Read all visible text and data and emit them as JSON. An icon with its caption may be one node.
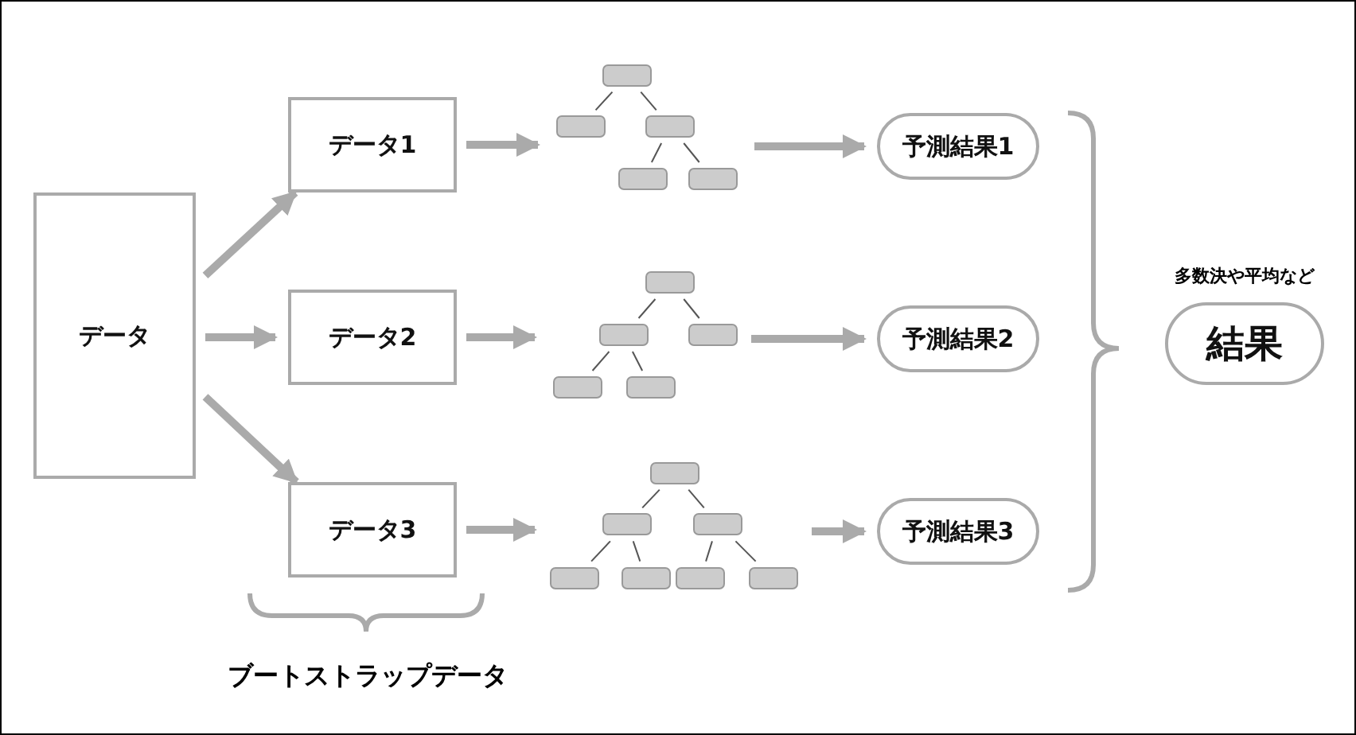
{
  "diagram": {
    "nodes": [
      {
        "text": [
          "データ"
        ]
      },
      {
        "text": [
          "データ1"
        ]
      },
      {
        "text": [
          "データ2"
        ]
      },
      {
        "text": [
          "データ3"
        ]
      },
      {
        "text": [],
        "shape": "picture"
      },
      {
        "text": [],
        "shape": "picture"
      },
      {
        "text": [],
        "shape": "picture"
      },
      {
        "text": [
          "予測結果1"
        ]
      },
      {
        "text": [
          "予測結果2"
        ]
      },
      {
        "text": [
          "予測結果3"
        ]
      },
      {
        "text": [
          "結果"
        ],
        "beside": [
          "多数決や平均など"
        ]
      }
    ],
    "edges": [
      {
        "from": 0,
        "to": 1,
        "arrow": "to"
      },
      {
        "from": 0,
        "to": 2,
        "arrow": "to"
      },
      {
        "from": 0,
        "to": 3,
        "arrow": "to"
      },
      {
        "from": 1,
        "to": 4,
        "arrow": "to"
      },
      {
        "from": 2,
        "to": 5,
        "arrow": "to"
      },
      {
        "from": 3,
        "to": 6,
        "arrow": "to"
      },
      {
        "from": 4,
        "to": 7,
        "arrow": "to"
      },
      {
        "from": 5,
        "to": 8,
        "arrow": "to"
      },
      {
        "from": 6,
        "to": 9,
        "arrow": "to"
      }
    ],
    "labels": [
      "ブートストラップデータ"
    ]
  }
}
